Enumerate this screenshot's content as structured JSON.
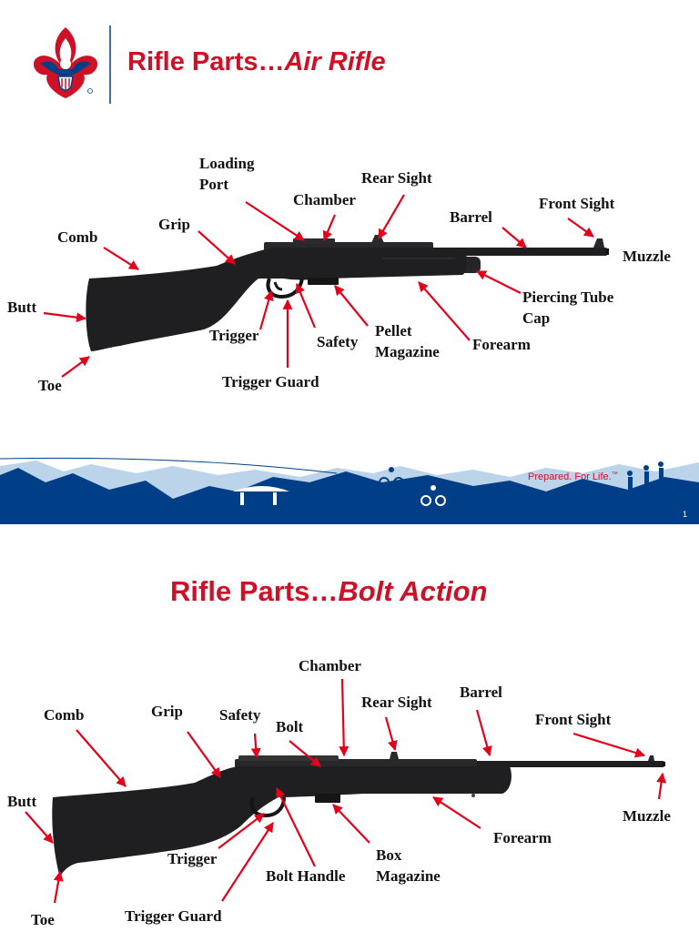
{
  "slide1": {
    "title_main": "Rifle Parts…",
    "title_italic": "Air Rifle",
    "labels": {
      "loading_port_1": "Loading",
      "loading_port_2": "Port",
      "rear_sight": "Rear Sight",
      "chamber": "Chamber",
      "front_sight": "Front Sight",
      "barrel": "Barrel",
      "grip": "Grip",
      "comb": "Comb",
      "muzzle": "Muzzle",
      "butt": "Butt",
      "piercing_tube_cap_1": "Piercing Tube",
      "piercing_tube_cap_2": "Cap",
      "trigger": "Trigger",
      "safety": "Safety",
      "pellet_magazine_1": "Pellet",
      "pellet_magazine_2": "Magazine",
      "forearm": "Forearm",
      "toe": "Toe",
      "trigger_guard": "Trigger Guard"
    },
    "footer": {
      "slogan": "Prepared. For Life.",
      "trademark": "™",
      "page_number": "1"
    }
  },
  "slide2": {
    "title_main": "Rifle Parts…",
    "title_italic": "Bolt Action",
    "labels": {
      "chamber": "Chamber",
      "barrel": "Barrel",
      "rear_sight": "Rear Sight",
      "comb": "Comb",
      "grip": "Grip",
      "safety": "Safety",
      "bolt": "Bolt",
      "front_sight": "Front Sight",
      "butt": "Butt",
      "muzzle": "Muzzle",
      "forearm": "Forearm",
      "box_magazine_1": "Box",
      "box_magazine_2": "Magazine",
      "trigger": "Trigger",
      "bolt_handle": "Bolt Handle",
      "toe": "Toe",
      "trigger_guard": "Trigger Guard"
    }
  },
  "colors": {
    "title_red": "#ce1126",
    "arrow_red": "#e3001b",
    "scout_blue": "#003f87",
    "rifle_black": "#1f1f21"
  },
  "icons": [
    "bsa-fleur-de-lis-logo",
    "outdoor-silhouette-banner"
  ]
}
